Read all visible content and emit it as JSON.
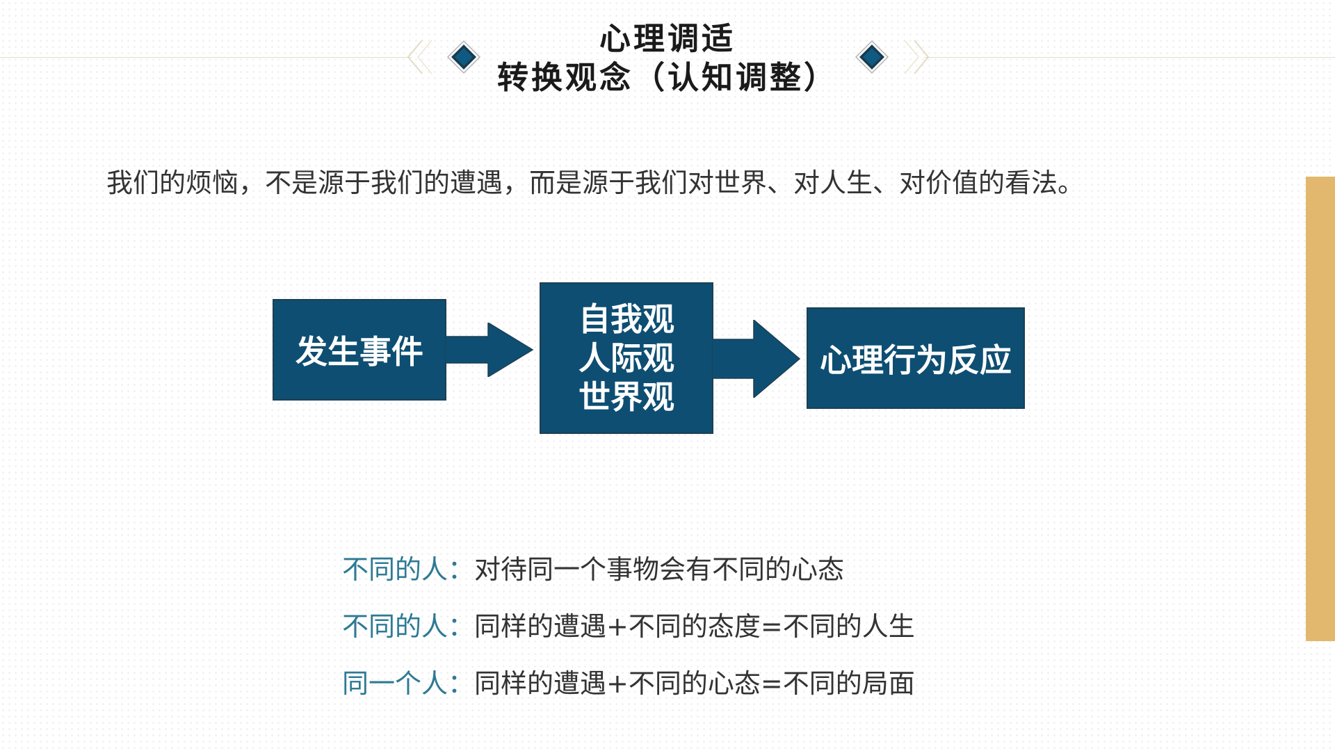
{
  "colors": {
    "box_fill": "#0e4e72",
    "box_border": "#1c3f52",
    "accent_teal": "#2e7a94",
    "sidebar_gold": "#e2b86e",
    "text": "#333333"
  },
  "header": {
    "title_line1": "心理调适",
    "title_line2": "转换观念（认知调整）",
    "ornament_icon": "diamond-icon"
  },
  "intro": {
    "text": "我们的烦恼，不是源于我们的遭遇，而是源于我们对世界、对人生、对价值的看法。"
  },
  "flow": {
    "box1": "发生事件",
    "box2_lines": [
      "自我观",
      "人际观",
      "世界观"
    ],
    "box3": "心理行为反应",
    "arrow_icon": "right-arrow-icon"
  },
  "points": [
    {
      "lead": "不同的人：",
      "text": "对待同一个事物会有不同的心态"
    },
    {
      "lead": "不同的人：",
      "text": "同样的遭遇+不同的态度=不同的人生"
    },
    {
      "lead": "同一个人：",
      "text": "同样的遭遇+不同的心态=不同的局面"
    }
  ]
}
